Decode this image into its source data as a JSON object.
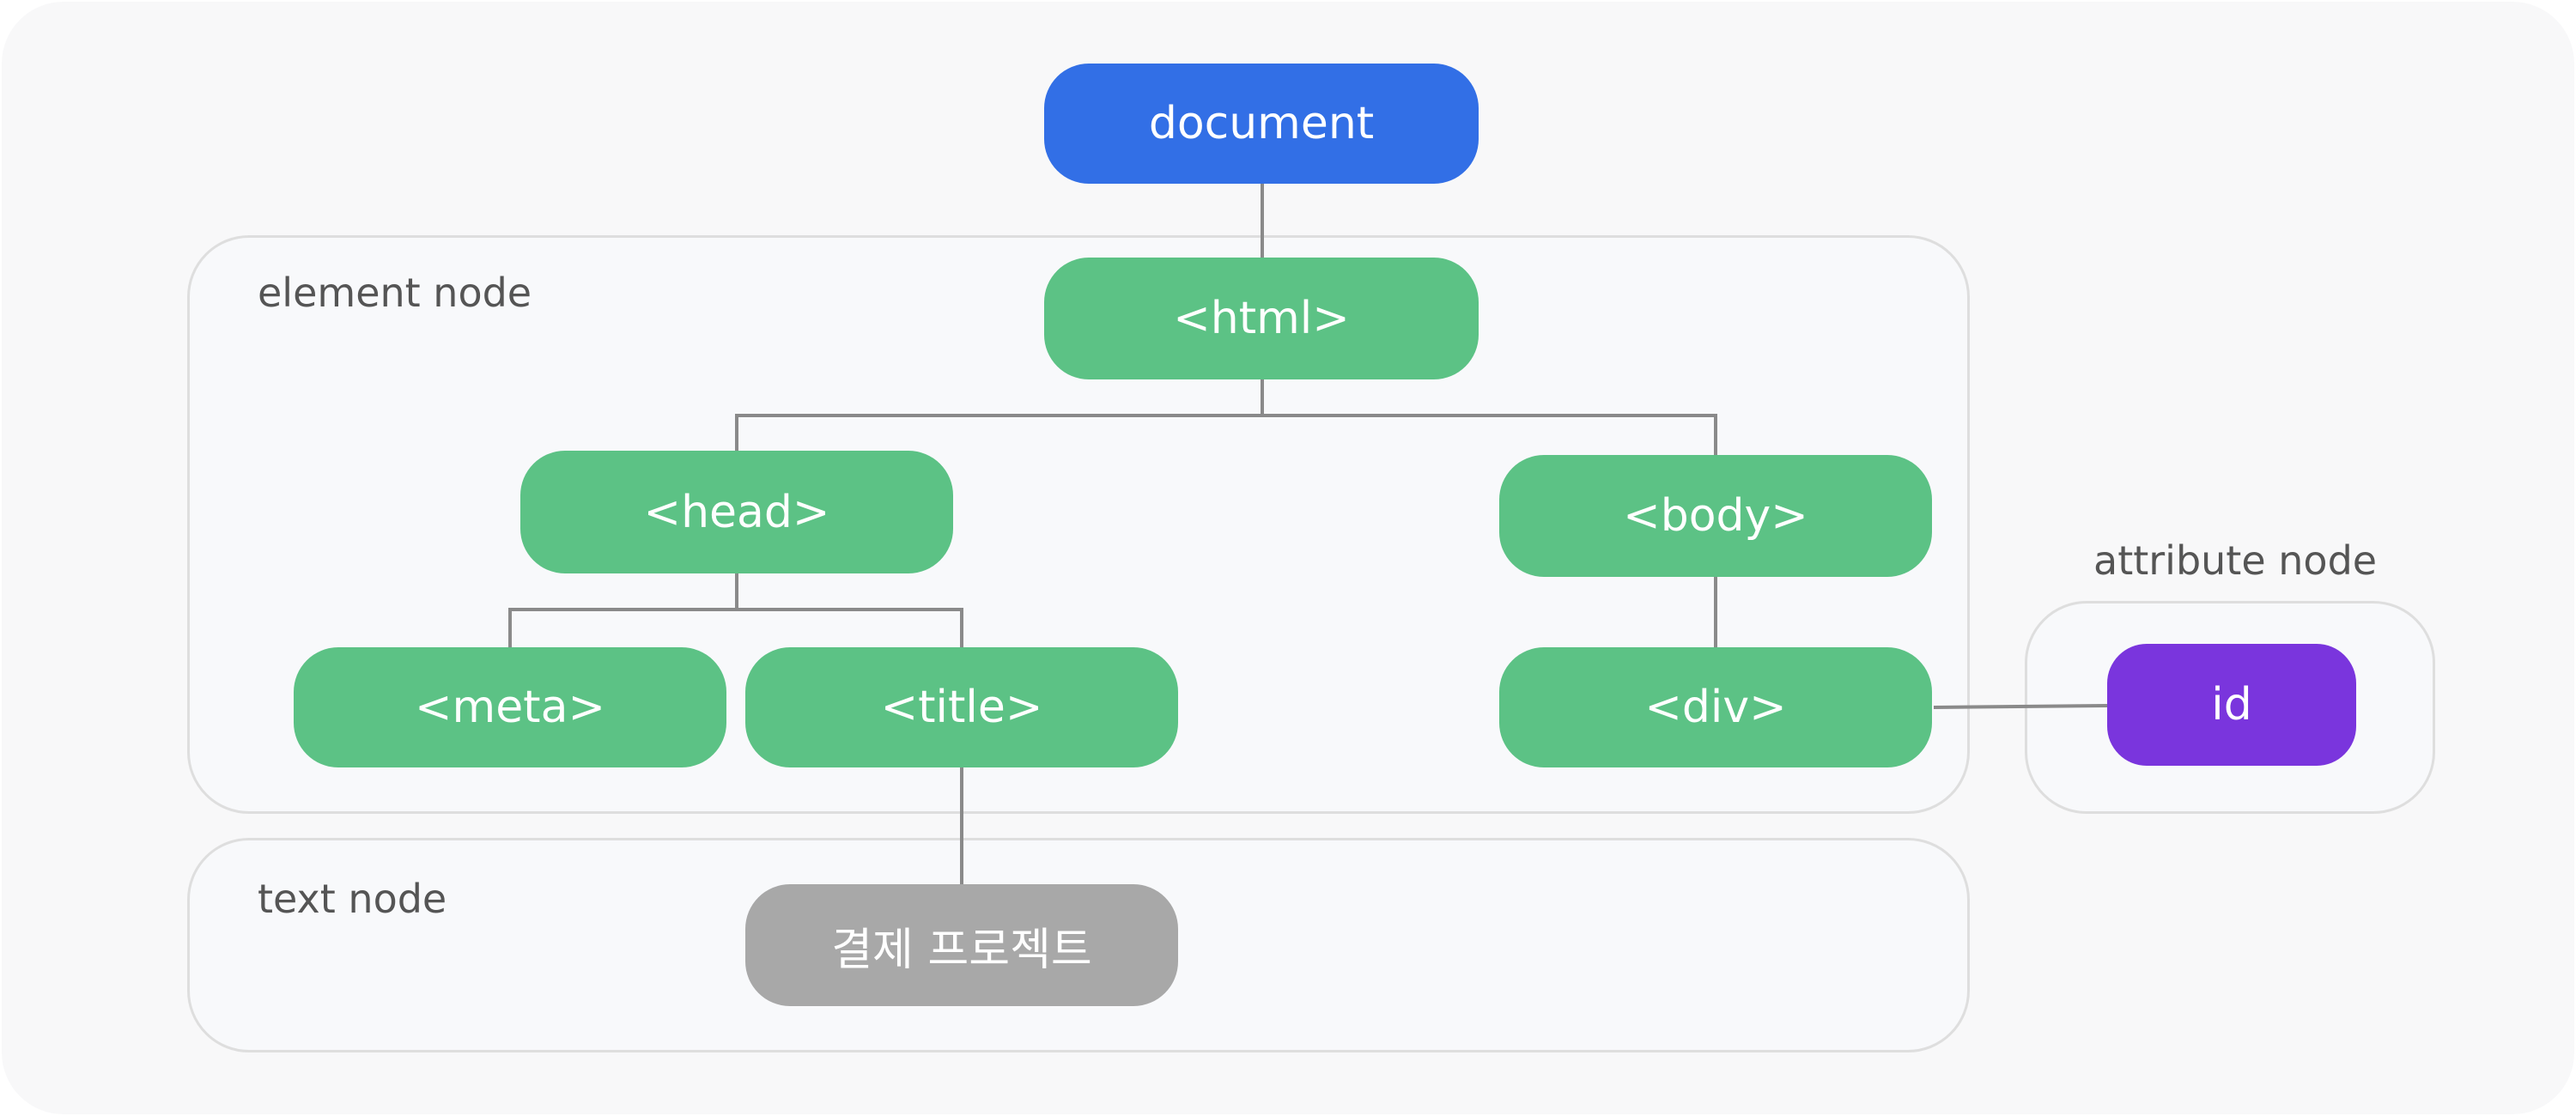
{
  "colors": {
    "document": "#326fe6",
    "element": "#5cc285",
    "text": "#a8a8a8",
    "attribute": "#7a35dd",
    "connector": "#8a8a8a",
    "group_border": "#dedede",
    "label": "#555555"
  },
  "groups": {
    "element": "element node",
    "text": "text node",
    "attribute": "attribute node"
  },
  "nodes": {
    "document": "document",
    "html": "<html>",
    "head": "<head>",
    "body": "<body>",
    "meta": "<meta>",
    "title": "<title>",
    "div": "<div>",
    "text": "결제 프로젝트",
    "id": "id"
  }
}
